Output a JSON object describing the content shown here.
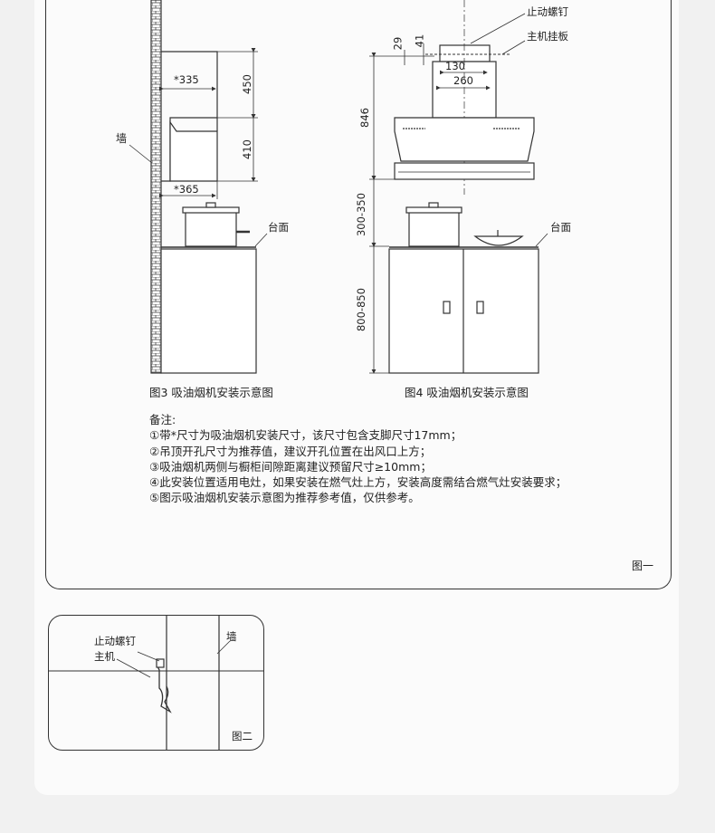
{
  "figure3": {
    "caption": "图3 吸油烟机安装示意图",
    "wall_label": "墙",
    "counter_label": "台面",
    "dim_335": "*335",
    "dim_365": "*365",
    "dim_450": "450",
    "dim_410": "410"
  },
  "figure4": {
    "caption": "图4 吸油烟机安装示意图",
    "counter_label": "台面",
    "stop_screw_label": "止动螺钉",
    "bracket_label": "主机挂板",
    "dim_29": "29",
    "dim_41": "41",
    "dim_130": "130",
    "dim_260": "260",
    "dim_846": "846",
    "dim_300_350": "300-350",
    "dim_800_850": "800-850"
  },
  "notes": {
    "title": "备注:",
    "items": [
      "①带*尺寸为吸油烟机安装尺寸，该尺寸包含支脚尺寸17mm；",
      "②吊顶开孔尺寸为推荐值，建议开孔位置在出风口上方；",
      "③吸油烟机两侧与橱柜间隙距离建议预留尺寸≥10mm；",
      "④此安装位置适用电灶，如果安装在燃气灶上方，安装高度需结合燃气灶安装要求；",
      "⑤图示吸油烟机安装示意图为推荐参考值，仅供参考。"
    ]
  },
  "panel1_label": "图一",
  "figure2": {
    "stop_screw_label": "止动螺钉",
    "host_label": "主机",
    "wall_label": "墙",
    "panel_label": "图二"
  },
  "colors": {
    "line": "#333333",
    "background": "#fbfbfb"
  }
}
